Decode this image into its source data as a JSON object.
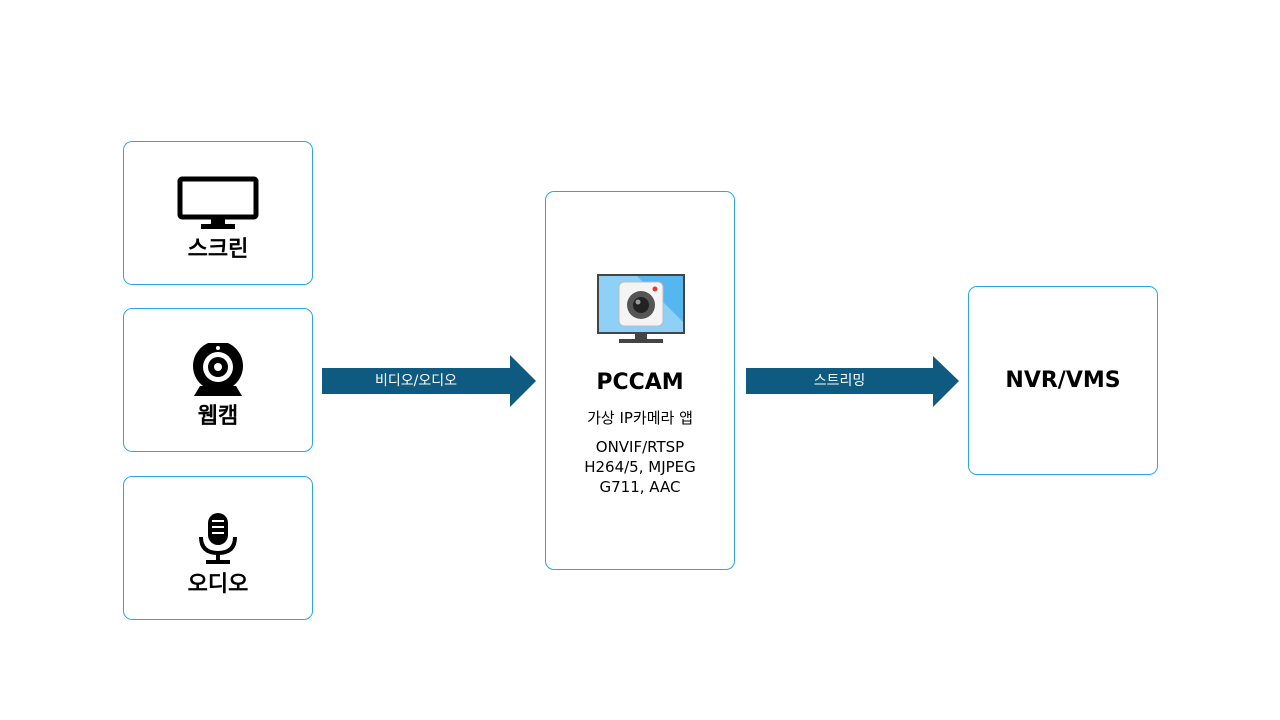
{
  "sources": {
    "screen": {
      "label": "스크린",
      "icon": "monitor-icon"
    },
    "webcam": {
      "label": "웹캠",
      "icon": "webcam-icon"
    },
    "audio": {
      "label": "오디오",
      "icon": "microphone-icon"
    }
  },
  "arrows": {
    "input": {
      "label": "비디오/오디오"
    },
    "output": {
      "label": "스트리밍"
    }
  },
  "pccam": {
    "icon": "pccam-app-icon",
    "title": "PCCAM",
    "subtitle": "가상 IP카메라 앱",
    "protocols": [
      "ONVIF/RTSP",
      "H264/5, MJPEG",
      "G711, AAC"
    ]
  },
  "target": {
    "title": "NVR/VMS"
  },
  "colors": {
    "border": "#29a8e0",
    "arrow": "#0e5a80",
    "screen_blue": "#56b6f0",
    "screen_light": "#8fd0f7"
  }
}
